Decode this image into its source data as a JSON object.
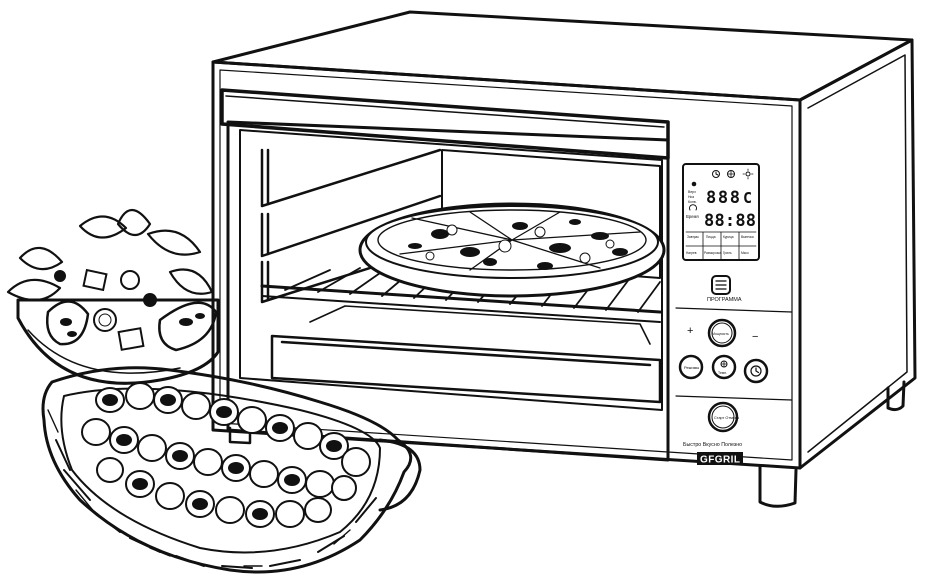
{
  "display": {
    "temperature": "888",
    "temperature_unit": "C",
    "time": "88:88",
    "time_label": "Время",
    "left_labels": [
      "Верх",
      "Низ",
      "Конв."
    ],
    "mode_labels": [
      "Завтрак",
      "Пицца",
      "Курица",
      "Выпечка"
    ],
    "bottom_labels": [
      "Нагрев",
      "Разморозка",
      "Гриль",
      "Мясо"
    ]
  },
  "controls": {
    "program_label": "ПРОГРАММА",
    "plus": "+",
    "minus": "−",
    "power_label": "Мощность",
    "mode_label": "Режимы",
    "temp_label": "Темп.",
    "start_label": "Старт Отмена"
  },
  "brand": {
    "slogan": "Быстро Вкусно Полезно",
    "name": "GFGRIL"
  }
}
